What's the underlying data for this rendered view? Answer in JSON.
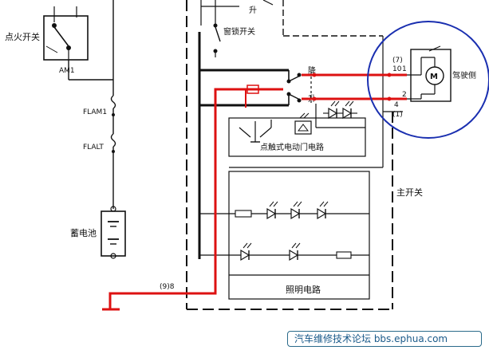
{
  "labels": {
    "ignition_switch": "点火开关",
    "am1": "AM1",
    "window_lock_switch": "窗锁开关",
    "up": "升",
    "down": "降",
    "pin_7": "(7)",
    "pin_10": "10",
    "pin_1": "1",
    "pin_2": "2",
    "pin_4": "4",
    "pin_1_paren": "(1)",
    "motor_symbol": "M",
    "driver_side": "驾驶侧",
    "one_touch_circuit": "点触式电动门电路",
    "main_switch": "主开关",
    "flam1": "FLAM1",
    "flalt": "FLALT",
    "battery": "蓄电池",
    "pin_9_8": "(9)8",
    "lighting_circuit": "照明电路"
  },
  "watermark": "汽车维修技术论坛 bbs.ephua.com",
  "colors": {
    "wire_red": "#dd1111",
    "wire_black": "#111111",
    "highlight_circle": "#1a2fb0",
    "watermark_border": "#2a6a8a",
    "watermark_text": "#1a5a8a"
  }
}
